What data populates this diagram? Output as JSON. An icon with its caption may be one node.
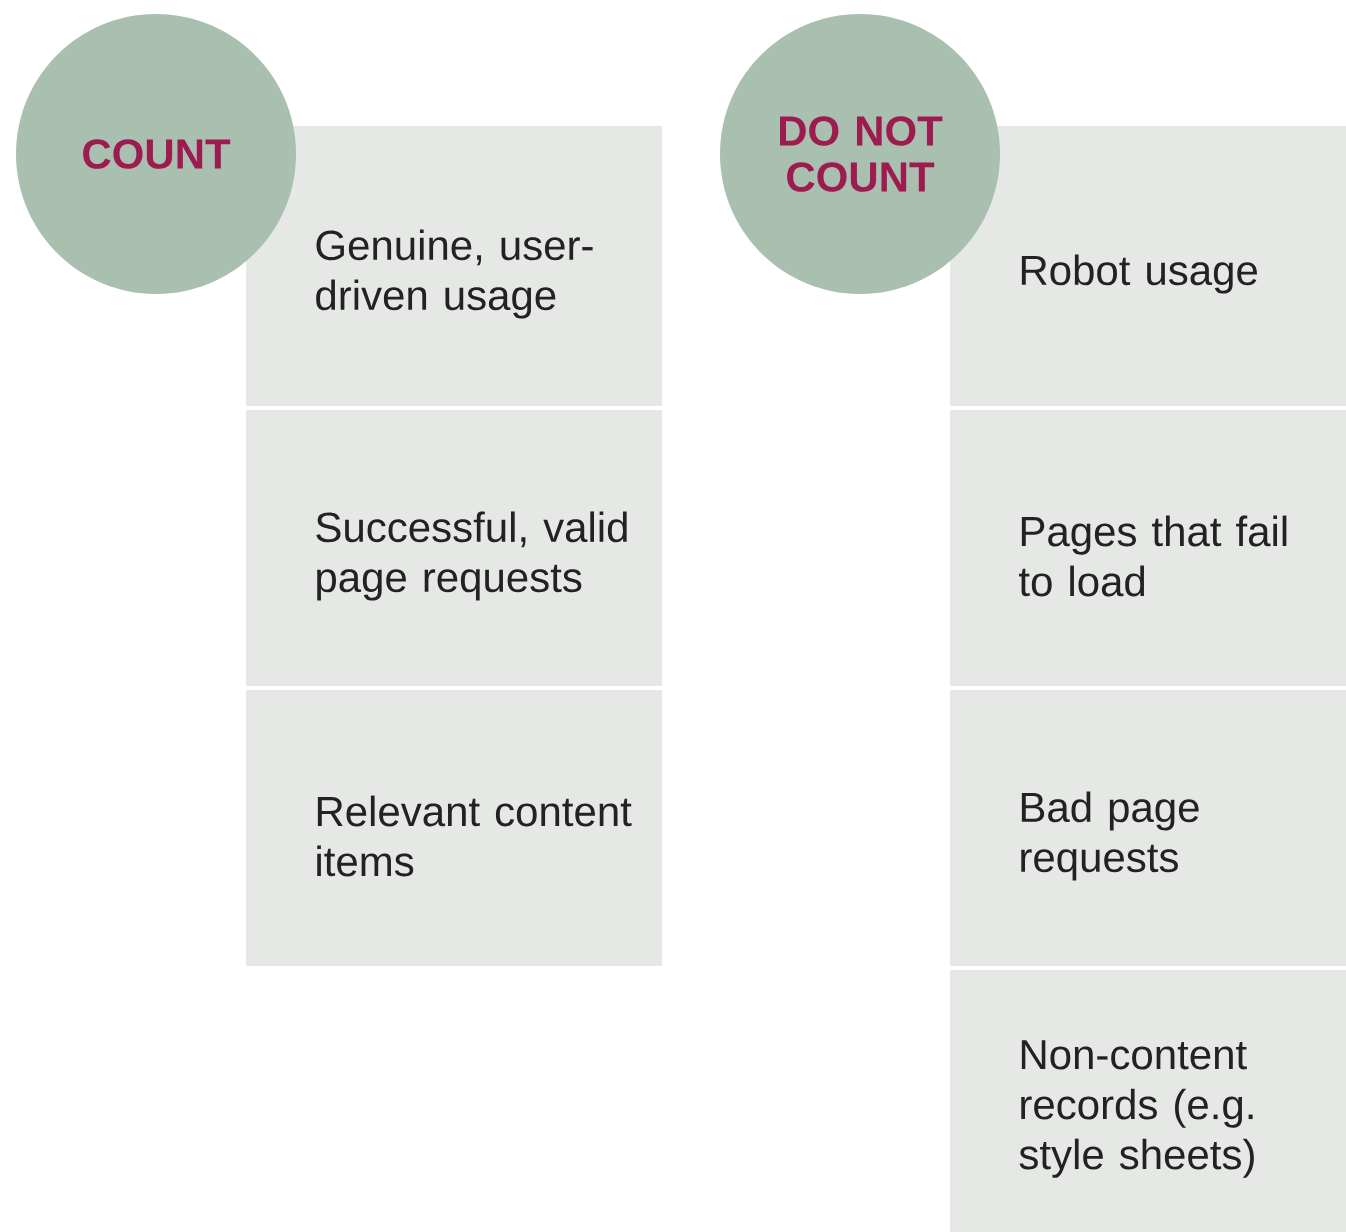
{
  "diagram": {
    "nodes": [
      {
        "text": [
          "COUNT"
        ]
      },
      {
        "text": [
          "Genuine, user-driven usage"
        ]
      },
      {
        "text": [
          "Successful, valid page requests"
        ]
      },
      {
        "text": [
          "Relevant content items"
        ]
      },
      {
        "text": [
          "DO NOT COUNT"
        ]
      },
      {
        "text": [
          "Robot usage"
        ]
      },
      {
        "text": [
          "Pages that fail to load"
        ]
      },
      {
        "text": [
          "Bad page requests"
        ]
      },
      {
        "text": [
          "Non-content records (e.g. style sheets)"
        ]
      }
    ]
  }
}
